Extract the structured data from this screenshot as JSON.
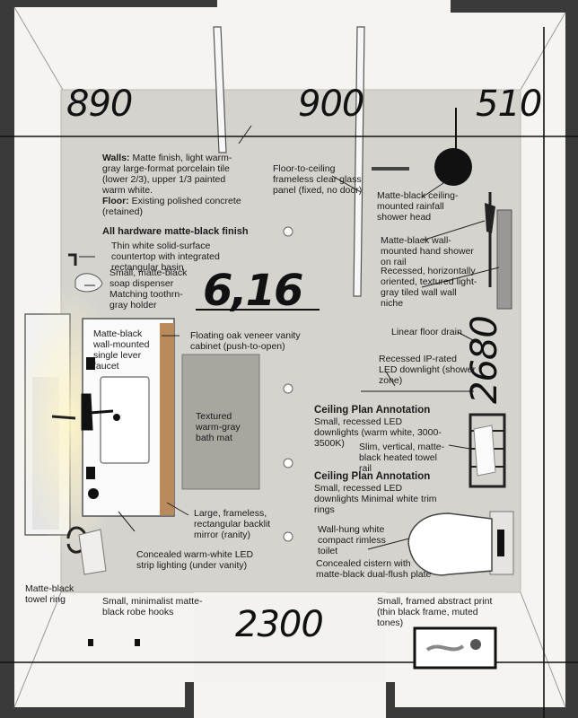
{
  "dimensions": {
    "top_left": "890",
    "top_mid": "900",
    "top_right": "510",
    "bottom": "2300",
    "right_side": "2680"
  },
  "area_label": "6,16",
  "notes": {
    "walls_title": "Walls:",
    "walls_text": " Matte finish, light warm-gray large-format porcelain tile (lower 2/3), upper 1/3 painted warm white.",
    "floor_title": "Floor:",
    "floor_text": " Existing polished concrete (retained)",
    "hardware": "All hardware matte-black finish",
    "countertop": "Thin white solid-surface countertop with integrated rectangular basin",
    "soap": "Small, matte-black soap dispenser",
    "toothbrush": "Matching toothrn-gray holder",
    "faucet": "Matte-black wall-mounted single lever faucet",
    "vanity": "Floating oak veneer vanity cabinet (push-to-open)",
    "bath_mat": "Textured warm-gray bath mat",
    "mirror": "Large, frameless, rectangular backlit mirror (ranity)",
    "led_strip": "Concealed warm-white LED strip lighting (under vanity)",
    "towel_ring": "Matte-black towel ring",
    "robe_hooks": "Small, minimalist matte-black robe hooks",
    "glass_panel": "Floor-to-ceiling frameless clear glass panel (fixed, no door)",
    "rain_head": "Matte-black ceiling-mounted rainfall shower head",
    "hand_shower": "Matte-black wall-mounted hand shower on rail",
    "niche": "Recessed, horizontally oriented, textured light-gray tiled wall wall niche",
    "drain": "Linear floor drain",
    "shower_led": "Recessed IP-rated LED downlight (shower zone)",
    "ceiling_title_1": "Ceiling Plan Annotation",
    "ceiling_text_1": "Small, recessed LED downlights (warm white, 3000-3500K)",
    "towel_rail": "Slim, vertical, matte-black heated towel rail",
    "ceiling_title_2": "Ceiling Plan Annotation",
    "ceiling_text_2": "Small, recessed LED downlights Minimal white trim rings",
    "toilet": "Wall-hung white compact rimless toilet",
    "cistern": "Concealed cistern with matte-black dual-flush plate",
    "print": "Small, framed abstract print (thin black frame, muted tones)"
  }
}
